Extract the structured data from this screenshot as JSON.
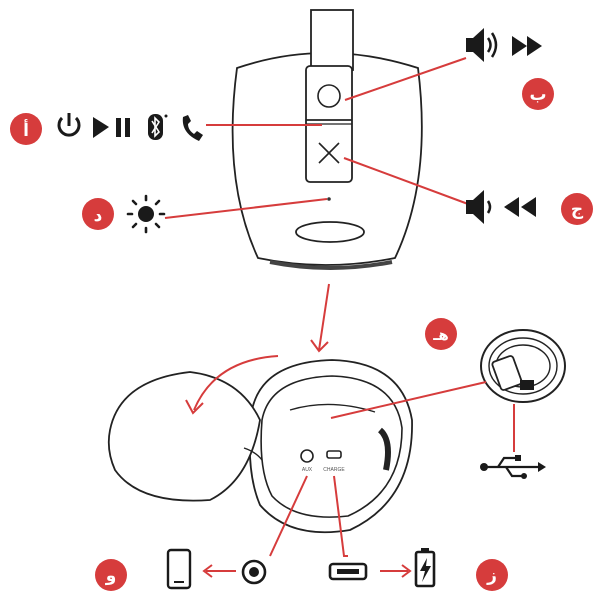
{
  "badges": {
    "a": "أ",
    "b": "ب",
    "j": "ج",
    "d": "د",
    "h": "هـ",
    "w": "و",
    "z": "ز"
  },
  "ports": {
    "aux": "AUX",
    "charge": "CHARGE"
  },
  "colors": {
    "accent": "#d63c3c",
    "line": "#222222",
    "icon": "#1a1a1a"
  },
  "icons": {
    "power_row": [
      "power-icon",
      "play-icon",
      "pause-icon",
      "bluetooth-icon",
      "phone-icon"
    ],
    "volume_up_row": [
      "speaker-loud-icon",
      "fast-forward-icon"
    ],
    "volume_down_row": [
      "speaker-quiet-icon",
      "rewind-icon"
    ],
    "light": "sun-icon",
    "cable": "cable-icon",
    "usb": "usb-icon",
    "aux_out": "phone-device-icon",
    "charge_out": "battery-charging-icon"
  }
}
